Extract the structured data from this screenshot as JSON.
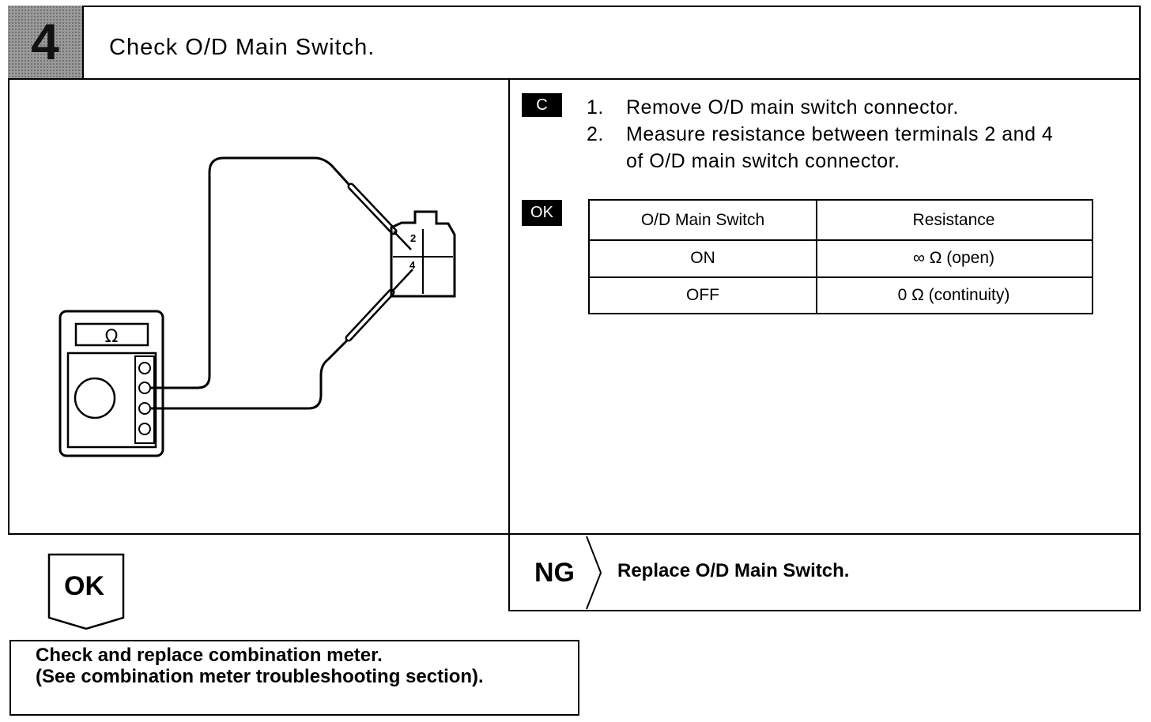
{
  "step": {
    "number": "4",
    "title": "Check O/D Main Switch."
  },
  "diagram": {
    "meter_symbol": "Ω",
    "terminal_labels": [
      "2",
      "4"
    ]
  },
  "badges": {
    "check": "C",
    "ok": "OK"
  },
  "instructions": [
    {
      "num": "1.",
      "text": "Remove O/D main switch connector."
    },
    {
      "num": "2.",
      "text": "Measure resistance between terminals 2 and 4"
    },
    {
      "num": "",
      "text": "of O/D main switch connector."
    }
  ],
  "spec_table": {
    "headers": [
      "O/D Main Switch",
      "Resistance"
    ],
    "rows": [
      [
        "ON",
        "∞ Ω (open)"
      ],
      [
        "OFF",
        "0 Ω (continuity)"
      ]
    ]
  },
  "ng_branch": {
    "label": "NG",
    "action": "Replace O/D Main Switch."
  },
  "ok_branch": {
    "label": "OK",
    "action_lines": [
      "Check and replace combination meter.",
      "(See combination meter troubleshooting section)."
    ]
  }
}
